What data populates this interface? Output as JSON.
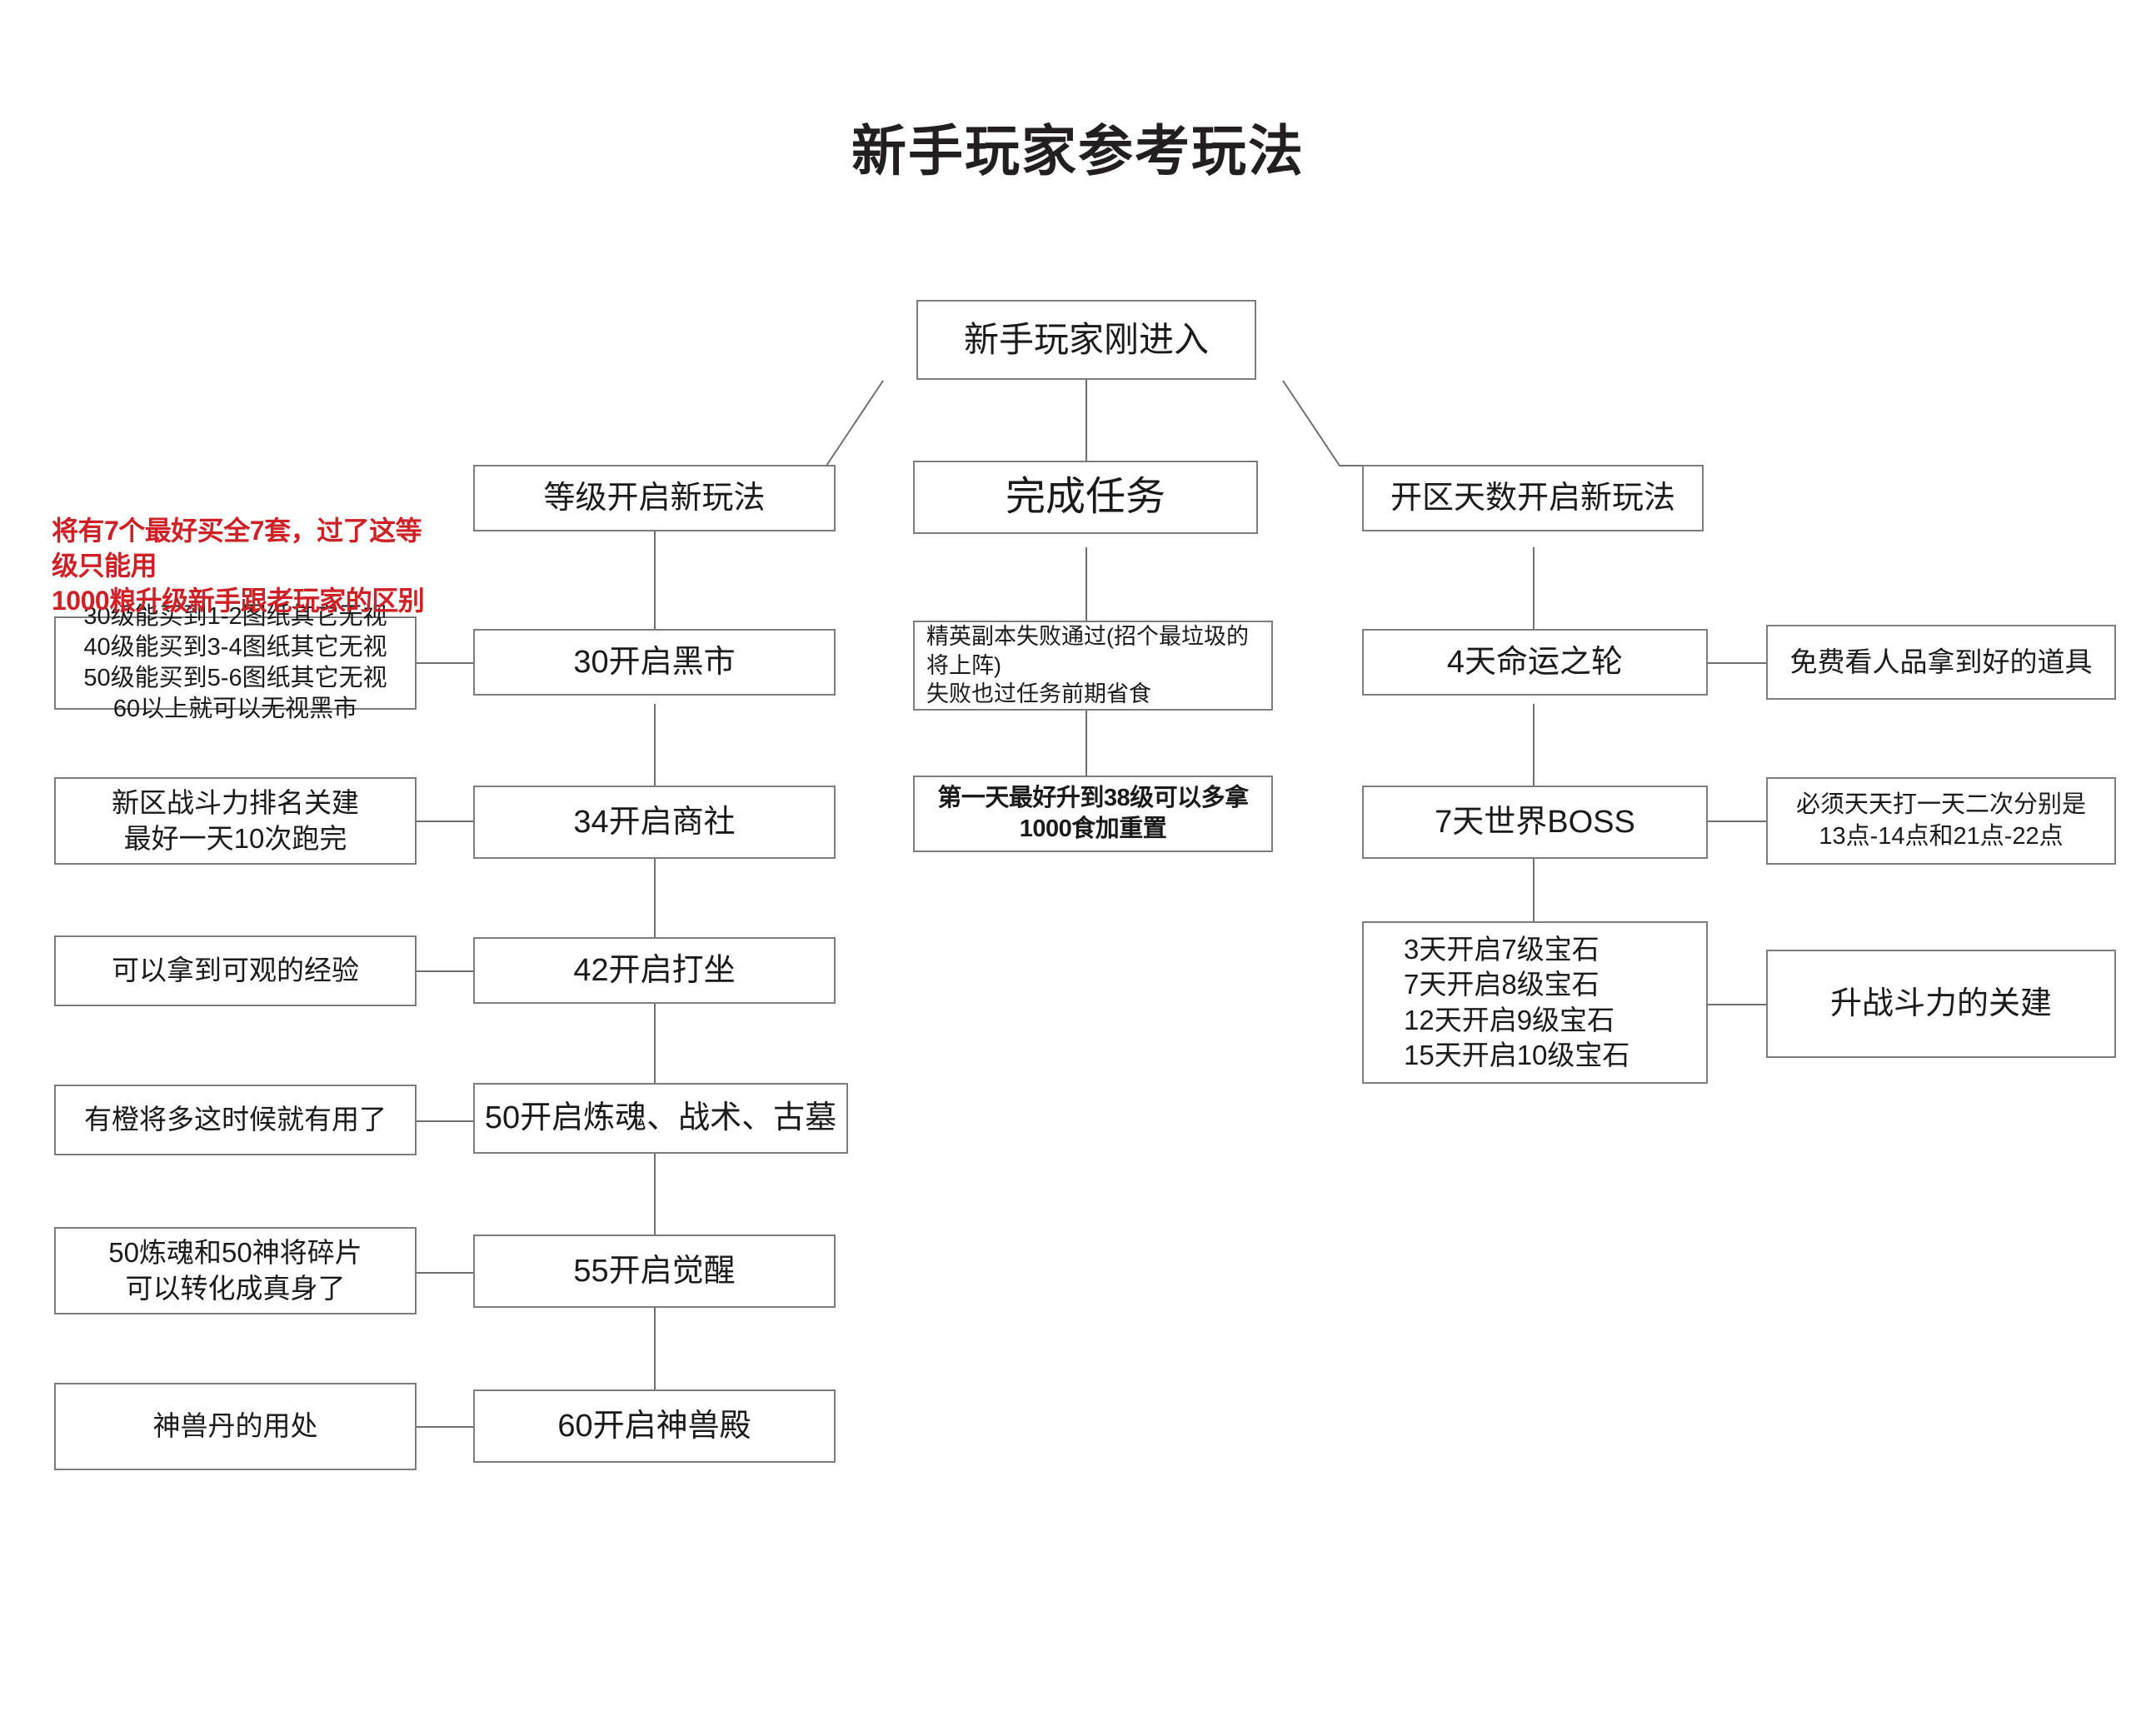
{
  "document": {
    "title": "新手玩家参考玩法"
  },
  "colors": {
    "box_border": "#7d7d7d",
    "connector": "#6f6f6f",
    "text": "#1a1a1a",
    "red_annotation": "#cf2026",
    "background": "#ffffff"
  },
  "chart_data": {
    "type": "diagram",
    "title": "新手玩家参考玩法",
    "root": "新手玩家刚进入",
    "branches": [
      {
        "name": "等级开启新玩法",
        "steps": [
          {
            "step": "30开启黑市",
            "note": "30级能买到1-2图纸其它无视\n40级能买到3-4图纸其它无视\n50级能买到5-6图纸其它无视\n60以上就可以无视黑市"
          },
          {
            "step": "34开启商社",
            "note": "新区战斗力排名关建\n最好一天10次跑完"
          },
          {
            "step": "42开启打坐",
            "note": "可以拿到可观的经验"
          },
          {
            "step": "50开启炼魂、战术、古墓",
            "note": "有橙将多这时候就有用了"
          },
          {
            "step": "55开启觉醒",
            "note": "50炼魂和50神将碎片\n可以转化成真身了"
          },
          {
            "step": "60开启神兽殿",
            "note": "神兽丹的用处"
          }
        ]
      },
      {
        "name": "完成任务",
        "steps": [
          {
            "step": "精英副本失败通过(招个最垃圾的将上阵)\n失败也过任务前期省食",
            "note": ""
          },
          {
            "step": "第一天最好升到38级可以多拿1000食加重置",
            "note": ""
          }
        ]
      },
      {
        "name": "开区天数开启新玩法",
        "steps": [
          {
            "step": "4天命运之轮",
            "note": "免费看人品拿到好的道具"
          },
          {
            "step": "7天世界BOSS",
            "note": "必须天天打一天二次分别是\n13点-14点和21点-22点"
          },
          {
            "step": "3天开启7级宝石\n7天开启8级宝石\n12天开启9级宝石\n15天开启10级宝石",
            "note": "升战斗力的关建"
          }
        ]
      }
    ],
    "annotations": [
      {
        "text": "将有7个最好买全7套，过了这等级只能用\n1000粮升级新手跟老玩家的区别",
        "color": "#cf2026"
      }
    ]
  },
  "nodes": {
    "root": "新手玩家刚进入",
    "branch_level": "等级开启新玩法",
    "branch_task": "完成任务",
    "branch_days": "开区天数开启新玩法",
    "level_30": "30开启黑市",
    "level_34": "34开启商社",
    "level_42": "42开启打坐",
    "level_50": "50开启炼魂、战术、古墓",
    "level_55": "55开启觉醒",
    "level_60": "60开启神兽殿",
    "note_blackmarket": "30级能买到1-2图纸其它无视\n40级能买到3-4图纸其它无视\n50级能买到5-6图纸其它无视\n60以上就可以无视黑市",
    "note_company": "新区战斗力排名关建\n最好一天10次跑完",
    "note_meditate": "可以拿到可观的经验",
    "note_soul": "有橙将多这时候就有用了",
    "note_awaken": "50炼魂和50神将碎片\n可以转化成真身了",
    "note_beast": "神兽丹的用处",
    "task_elite": "精英副本失败通过(招个最垃圾的将上阵)\n失败也过任务前期省食",
    "task_day1": "第一天最好升到38级可以多拿1000食加重置",
    "day_4": "4天命运之轮",
    "day_7": "7天世界BOSS",
    "day_gems": "3天开启7级宝石\n7天开启8级宝石\n12天开启9级宝石\n15天开启10级宝石",
    "note_wheel": "免费看人品拿到好的道具",
    "note_boss": "必须天天打一天二次分别是\n13点-14点和21点-22点",
    "note_gems": "升战斗力的关建",
    "red_annotation": "将有7个最好买全7套，过了这等级只能用\n1000粮升级新手跟老玩家的区别"
  }
}
